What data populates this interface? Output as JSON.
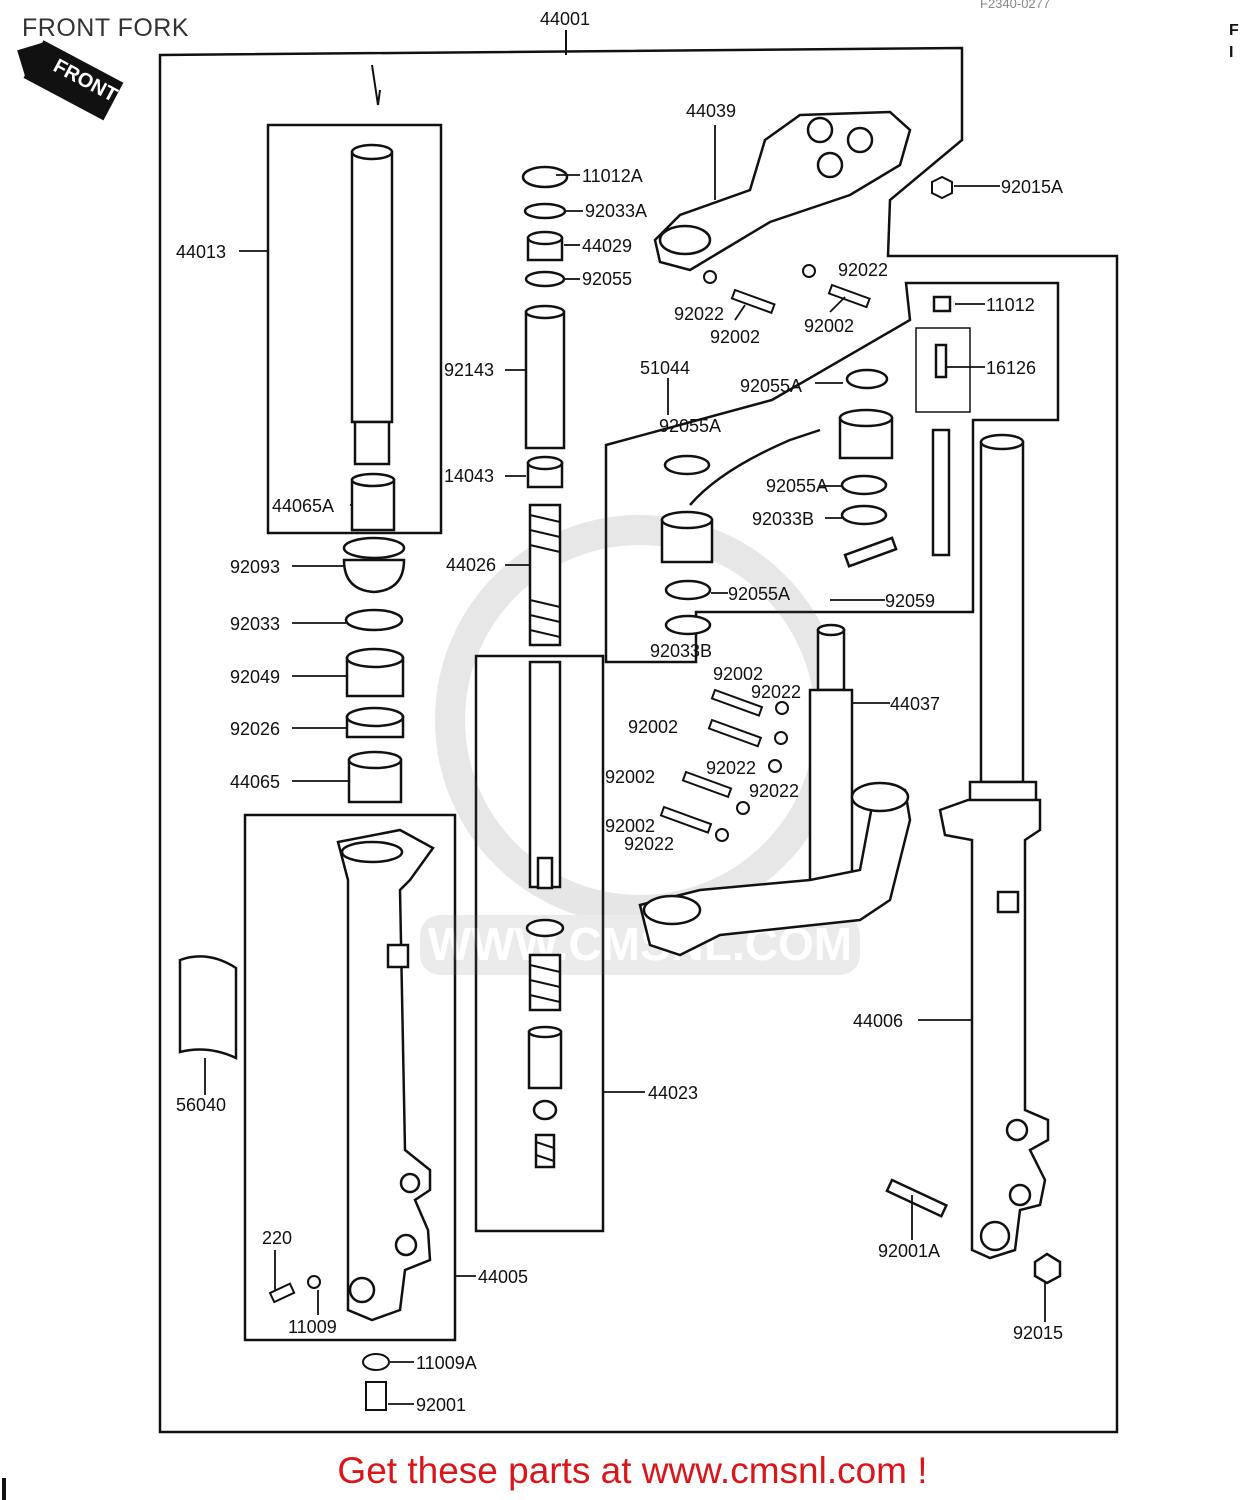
{
  "header": {
    "title": "FRONT FORK",
    "ref_code": "F2340-0277",
    "front_badge": "FRONT"
  },
  "footer": {
    "text": "Get these parts at www.cmsnl.com !"
  },
  "watermark": "WWW.CMSNL.COM",
  "parts": {
    "p44001": "44001",
    "p44039": "44039",
    "p11012A": "11012A",
    "p92033A": "92033A",
    "p44029": "44029",
    "p92055": "92055",
    "p92015A": "92015A",
    "p92022a": "92022",
    "p92022b": "92022",
    "p92002a": "92002",
    "p92002b": "92002",
    "p44013": "44013",
    "p92143": "92143",
    "p11012": "11012",
    "p16126": "16126",
    "p51044": "51044",
    "p92055A_a": "92055A",
    "p92055A_b": "92055A",
    "p92055A_c": "92055A",
    "p92055A_d": "92055A",
    "p92033B_a": "92033B",
    "p92033B_b": "92033B",
    "p92059": "92059",
    "p14043": "14043",
    "p44065A": "44065A",
    "p92093": "92093",
    "p44026": "44026",
    "p92033": "92033",
    "p92049": "92049",
    "p92026": "92026",
    "p44065": "44065",
    "p92002c": "92002",
    "p92022c": "92022",
    "p44037": "44037",
    "p92002d": "92002",
    "p92002e": "92002",
    "p92022d": "92022",
    "p92022e": "92022",
    "p92002f": "92002",
    "p92022f": "92022",
    "p44006": "44006",
    "p56040": "56040",
    "p44023": "44023",
    "p220": "220",
    "p44005": "44005",
    "p11009": "11009",
    "p92001A": "92001A",
    "p92015": "92015",
    "p11009A": "11009A",
    "p92001": "92001"
  },
  "right_column": {
    "row_a": "F",
    "row_b": "I"
  }
}
